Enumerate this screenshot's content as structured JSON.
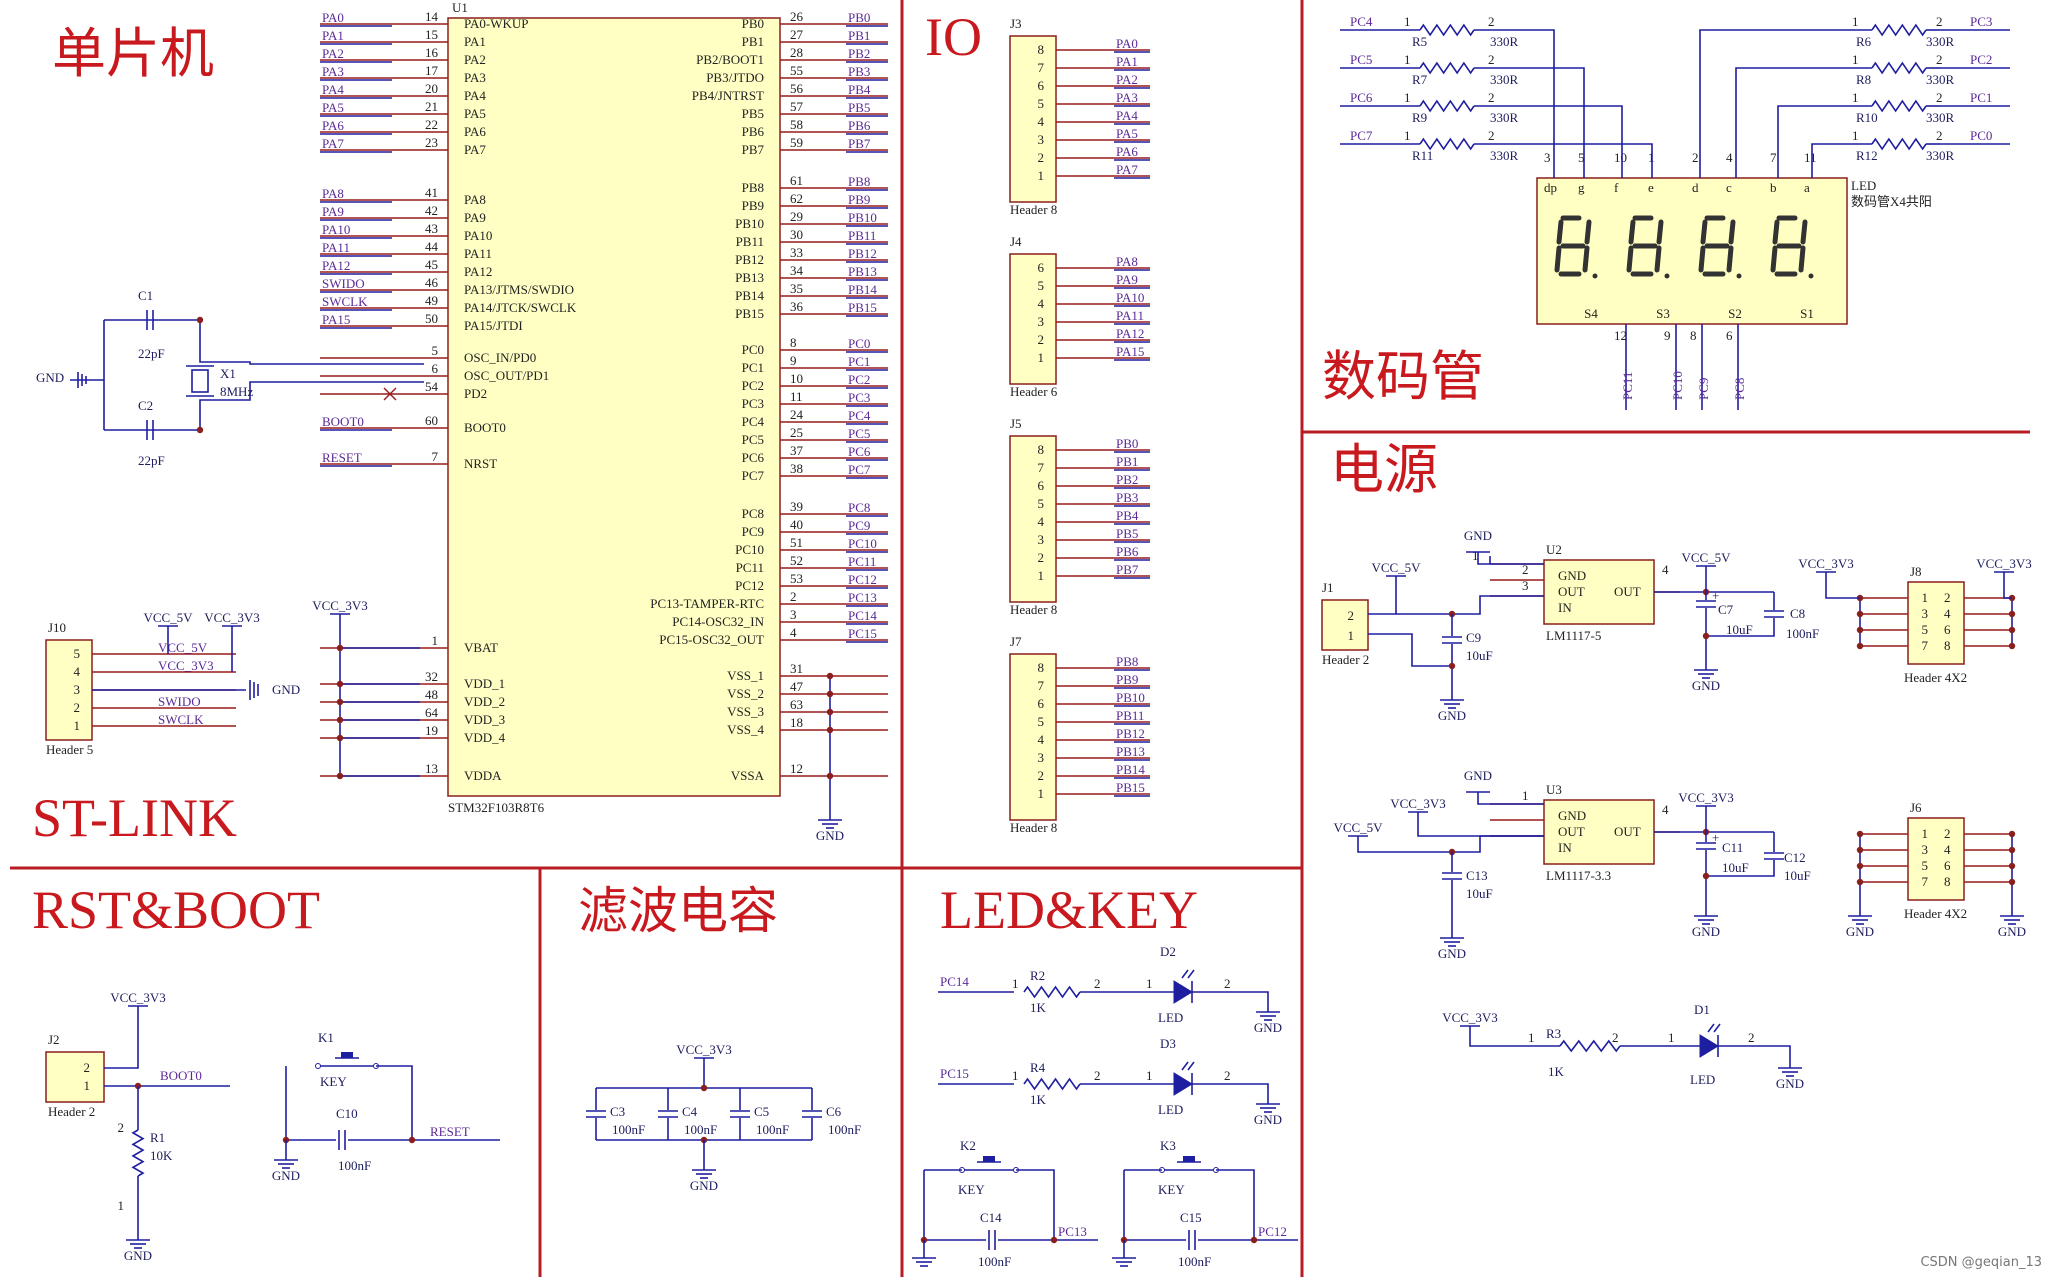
{
  "sections": {
    "mcu": "单片机",
    "io": "IO",
    "seg": "数码管",
    "power": "电源",
    "stlink": "ST-LINK",
    "rst": "RST&BOOT",
    "filter": "滤波电容",
    "ledkey": "LED&KEY"
  },
  "u1": {
    "ref": "U1",
    "part": "STM32F103R8T6",
    "left": [
      {
        "net": "PA0",
        "no": "14",
        "pin": "PA0-WKUP"
      },
      {
        "net": "PA1",
        "no": "15",
        "pin": "PA1"
      },
      {
        "net": "PA2",
        "no": "16",
        "pin": "PA2"
      },
      {
        "net": "PA3",
        "no": "17",
        "pin": "PA3"
      },
      {
        "net": "PA4",
        "no": "20",
        "pin": "PA4"
      },
      {
        "net": "PA5",
        "no": "21",
        "pin": "PA5"
      },
      {
        "net": "PA6",
        "no": "22",
        "pin": "PA6"
      },
      {
        "net": "PA7",
        "no": "23",
        "pin": "PA7"
      },
      {
        "net": "PA8",
        "no": "41",
        "pin": "PA8"
      },
      {
        "net": "PA9",
        "no": "42",
        "pin": "PA9"
      },
      {
        "net": "PA10",
        "no": "43",
        "pin": "PA10"
      },
      {
        "net": "PA11",
        "no": "44",
        "pin": "PA11"
      },
      {
        "net": "PA12",
        "no": "45",
        "pin": "PA12"
      },
      {
        "net": "SWIDO",
        "no": "46",
        "pin": "PA13/JTMS/SWDIO"
      },
      {
        "net": "SWCLK",
        "no": "49",
        "pin": "PA14/JTCK/SWCLK"
      },
      {
        "net": "PA15",
        "no": "50",
        "pin": "PA15/JTDI"
      },
      {
        "net": "",
        "no": "5",
        "pin": "OSC_IN/PD0"
      },
      {
        "net": "",
        "no": "6",
        "pin": "OSC_OUT/PD1"
      },
      {
        "net": "",
        "no": "54",
        "pin": "PD2"
      },
      {
        "net": "BOOT0",
        "no": "60",
        "pin": "BOOT0"
      },
      {
        "net": "RESET",
        "no": "7",
        "pin": "NRST"
      },
      {
        "net": "",
        "no": "1",
        "pin": "VBAT"
      },
      {
        "net": "",
        "no": "32",
        "pin": "VDD_1"
      },
      {
        "net": "",
        "no": "48",
        "pin": "VDD_2"
      },
      {
        "net": "",
        "no": "64",
        "pin": "VDD_3"
      },
      {
        "net": "",
        "no": "19",
        "pin": "VDD_4"
      },
      {
        "net": "",
        "no": "13",
        "pin": "VDDA"
      }
    ],
    "right": [
      {
        "net": "PB0",
        "no": "26",
        "pin": "PB0"
      },
      {
        "net": "PB1",
        "no": "27",
        "pin": "PB1"
      },
      {
        "net": "PB2",
        "no": "28",
        "pin": "PB2/BOOT1"
      },
      {
        "net": "PB3",
        "no": "55",
        "pin": "PB3/JTDO"
      },
      {
        "net": "PB4",
        "no": "56",
        "pin": "PB4/JNTRST"
      },
      {
        "net": "PB5",
        "no": "57",
        "pin": "PB5"
      },
      {
        "net": "PB6",
        "no": "58",
        "pin": "PB6"
      },
      {
        "net": "PB7",
        "no": "59",
        "pin": "PB7"
      },
      {
        "net": "PB8",
        "no": "61",
        "pin": "PB8"
      },
      {
        "net": "PB9",
        "no": "62",
        "pin": "PB9"
      },
      {
        "net": "PB10",
        "no": "29",
        "pin": "PB10"
      },
      {
        "net": "PB11",
        "no": "30",
        "pin": "PB11"
      },
      {
        "net": "PB12",
        "no": "33",
        "pin": "PB12"
      },
      {
        "net": "PB13",
        "no": "34",
        "pin": "PB13"
      },
      {
        "net": "PB14",
        "no": "35",
        "pin": "PB14"
      },
      {
        "net": "PB15",
        "no": "36",
        "pin": "PB15"
      },
      {
        "net": "PC0",
        "no": "8",
        "pin": "PC0"
      },
      {
        "net": "PC1",
        "no": "9",
        "pin": "PC1"
      },
      {
        "net": "PC2",
        "no": "10",
        "pin": "PC2"
      },
      {
        "net": "PC3",
        "no": "11",
        "pin": "PC3"
      },
      {
        "net": "PC4",
        "no": "24",
        "pin": "PC4"
      },
      {
        "net": "PC5",
        "no": "25",
        "pin": "PC5"
      },
      {
        "net": "PC6",
        "no": "37",
        "pin": "PC6"
      },
      {
        "net": "PC7",
        "no": "38",
        "pin": "PC7"
      },
      {
        "net": "PC8",
        "no": "39",
        "pin": "PC8"
      },
      {
        "net": "PC9",
        "no": "40",
        "pin": "PC9"
      },
      {
        "net": "PC10",
        "no": "51",
        "pin": "PC10"
      },
      {
        "net": "PC11",
        "no": "52",
        "pin": "PC11"
      },
      {
        "net": "PC12",
        "no": "53",
        "pin": "PC12"
      },
      {
        "net": "PC13",
        "no": "2",
        "pin": "PC13-TAMPER-RTC"
      },
      {
        "net": "PC14",
        "no": "3",
        "pin": "PC14-OSC32_IN"
      },
      {
        "net": "PC15",
        "no": "4",
        "pin": "PC15-OSC32_OUT"
      },
      {
        "net": "",
        "no": "31",
        "pin": "VSS_1"
      },
      {
        "net": "",
        "no": "47",
        "pin": "VSS_2"
      },
      {
        "net": "",
        "no": "63",
        "pin": "VSS_3"
      },
      {
        "net": "",
        "no": "18",
        "pin": "VSS_4"
      },
      {
        "net": "",
        "no": "12",
        "pin": "VSSA"
      }
    ]
  },
  "osc": {
    "c1": "C1",
    "c1v": "22pF",
    "c2": "C2",
    "c2v": "22pF",
    "x1": "X1",
    "x1v": "8MHz",
    "gnd": "GND"
  },
  "vcc33": "VCC_3V3",
  "vcc5": "VCC_5V",
  "gnd": "GND",
  "io": {
    "j3": {
      "ref": "J3",
      "name": "Header 8",
      "pins": [
        "8",
        "7",
        "6",
        "5",
        "4",
        "3",
        "2",
        "1"
      ],
      "nets": [
        "PA0",
        "PA1",
        "PA2",
        "PA3",
        "PA4",
        "PA5",
        "PA6",
        "PA7"
      ]
    },
    "j4": {
      "ref": "J4",
      "name": "Header 6",
      "pins": [
        "6",
        "5",
        "4",
        "3",
        "2",
        "1"
      ],
      "nets": [
        "PA8",
        "PA9",
        "PA10",
        "PA11",
        "PA12",
        "PA15"
      ]
    },
    "j5": {
      "ref": "J5",
      "name": "Header 8",
      "pins": [
        "8",
        "7",
        "6",
        "5",
        "4",
        "3",
        "2",
        "1"
      ],
      "nets": [
        "PB0",
        "PB1",
        "PB2",
        "PB3",
        "PB4",
        "PB5",
        "PB6",
        "PB7"
      ]
    },
    "j7": {
      "ref": "J7",
      "name": "Header 8",
      "pins": [
        "8",
        "7",
        "6",
        "5",
        "4",
        "3",
        "2",
        "1"
      ],
      "nets": [
        "PB8",
        "PB9",
        "PB10",
        "PB11",
        "PB12",
        "PB13",
        "PB14",
        "PB15"
      ]
    }
  },
  "seg": {
    "left": [
      {
        "net": "PC4",
        "r": "R5"
      },
      {
        "net": "PC5",
        "r": "R7"
      },
      {
        "net": "PC6",
        "r": "R9"
      },
      {
        "net": "PC7",
        "r": "R11"
      }
    ],
    "right": [
      {
        "net": "PC3",
        "r": "R6"
      },
      {
        "net": "PC2",
        "r": "R8"
      },
      {
        "net": "PC1",
        "r": "R10"
      },
      {
        "net": "PC0",
        "r": "R12"
      }
    ],
    "rval": "330R",
    "p1": "1",
    "p2": "2",
    "top_pins": [
      "3",
      "5",
      "10",
      "1",
      "2",
      "4",
      "7",
      "11"
    ],
    "seg_names": [
      "dp",
      "g",
      "f",
      "e",
      "d",
      "c",
      "b",
      "a"
    ],
    "part": "LED",
    "desc": "数码管X4共阳",
    "digits": [
      "S4",
      "S3",
      "S2",
      "S1"
    ],
    "bottom_pins": [
      "12",
      "9",
      "8",
      "6"
    ],
    "bottom_nets": [
      "PC11",
      "PC10",
      "PC9",
      "PC8"
    ],
    "seg_letters": [
      "a",
      "b",
      "c",
      "d",
      "e",
      "f",
      "g",
      "dp"
    ]
  },
  "power": {
    "j1": {
      "ref": "J1",
      "name": "Header 2"
    },
    "u2": {
      "ref": "U2",
      "part": "LM1117-5",
      "pins": [
        "GND",
        "OUT",
        "OUT",
        "IN"
      ],
      "nos": [
        "1",
        "2",
        "3",
        "4"
      ],
      "c9": "C9",
      "c9v": "10uF",
      "c7": "C7",
      "c7v": "10uF",
      "c8": "C8",
      "c8v": "100nF"
    },
    "u3": {
      "ref": "U3",
      "part": "LM1117-3.3",
      "c13": "C13",
      "c13v": "10uF",
      "c11": "C11",
      "c11v": "10uF",
      "c12": "C12",
      "c12v": "10uF"
    },
    "j8": {
      "ref": "J8",
      "name": "Header 4X2"
    },
    "j6": {
      "ref": "J6",
      "name": "Header 4X2"
    },
    "hdr": [
      "1",
      "2",
      "3",
      "4",
      "5",
      "6",
      "7",
      "8"
    ],
    "d1": {
      "ref": "D1",
      "r": "R3",
      "rv": "1K",
      "led": "LED",
      "p1": "1",
      "p2": "2"
    }
  },
  "stlink": {
    "ref": "J10",
    "name": "Header 5",
    "pins": [
      "5",
      "4",
      "3",
      "2",
      "1"
    ],
    "nets": [
      "VCC_5V",
      "VCC_3V3",
      "",
      "SWIDO",
      "SWCLK"
    ],
    "gnd": "GND"
  },
  "rst": {
    "j2": "J2",
    "j2name": "Header 2",
    "boot0": "BOOT0",
    "r1": "R1",
    "r1v": "10K",
    "k1": "K1",
    "key": "KEY",
    "c10": "C10",
    "c10v": "100nF",
    "reset": "RESET"
  },
  "filter": {
    "caps": [
      {
        "ref": "C3",
        "v": "100nF"
      },
      {
        "ref": "C4",
        "v": "100nF"
      },
      {
        "ref": "C5",
        "v": "100nF"
      },
      {
        "ref": "C6",
        "v": "100nF"
      }
    ]
  },
  "ledkey": {
    "led2": {
      "net": "PC14",
      "r": "R2",
      "rv": "1K",
      "d": "D2",
      "led": "LED"
    },
    "led3": {
      "net": "PC15",
      "r": "R4",
      "rv": "1K",
      "d": "D3",
      "led": "LED"
    },
    "k2": {
      "ref": "K2",
      "key": "KEY",
      "c": "C14",
      "cv": "100nF",
      "net": "PC13"
    },
    "k3": {
      "ref": "K3",
      "key": "KEY",
      "c": "C15",
      "cv": "100nF",
      "net": "PC12"
    }
  },
  "watermark": "CSDN @geqian_13",
  "colors": {
    "border": "#b81c22",
    "wire": "#1e1ea0",
    "chip": "#ffffc4",
    "net": "#5b2a95",
    "title": "#c8191e"
  }
}
